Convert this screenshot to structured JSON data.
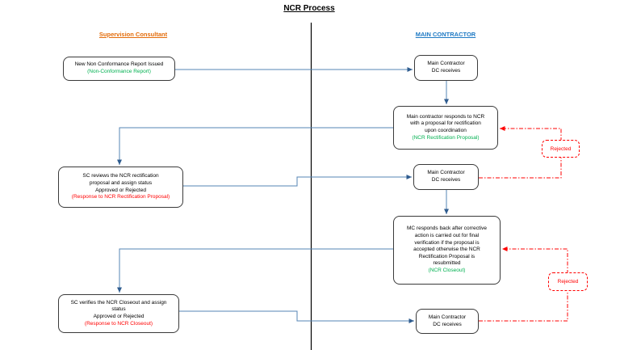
{
  "title": "NCR Process",
  "lanes": {
    "left": {
      "label": "Supervision Consultant",
      "color": "#E36C0A"
    },
    "right": {
      "label": "MAIN CONTRACTOR",
      "color": "#1F7AC4"
    }
  },
  "colors": {
    "flow_line": "#5585B5",
    "flow_arrow": "#2F5C8F",
    "reject": "#FF0000",
    "divider": "#000000"
  },
  "boxes": {
    "new_ncr": {
      "main": [
        "New Non Conformance Report Issued"
      ],
      "note": "(Non-Conformance Report)",
      "note_color": "#00B050"
    },
    "mc_dc_receives_1": {
      "main": [
        "Main Contractor",
        "DC receives"
      ]
    },
    "mc_responds_proposal": {
      "main": [
        "Main contractor responds to NCR",
        "with a proposal for rectification",
        "upon coordination"
      ],
      "note": "(NCR Rectification Proposal)",
      "note_color": "#00B050"
    },
    "sc_reviews": {
      "main": [
        "SC reviews the NCR rectification",
        "proposal and assign status",
        "Approved or Rejected"
      ],
      "note": "(Response to NCR Rectification Proposal)",
      "note_color": "#FF0000"
    },
    "mc_dc_receives_2": {
      "main": [
        "Main Contractor",
        "DC receives"
      ]
    },
    "mc_responds_closeout": {
      "main": [
        "MC responds back after corrective",
        "action is carried out for final",
        "verification if the proposal is",
        "accepted otherwise the NCR",
        "Rectification Proposal is",
        "resubmitted"
      ],
      "note": "(NCR Closeout)",
      "note_color": "#00B050"
    },
    "sc_verifies": {
      "main": [
        "SC verifies the NCR Closeout and assign",
        "status",
        "Approved or Rejected"
      ],
      "note": "(Response to NCR Closeout)",
      "note_color": "#FF0000"
    },
    "mc_dc_receives_3": {
      "main": [
        "Main Contractor",
        "DC receives"
      ]
    }
  },
  "rejected_1": "Rejected",
  "rejected_2": "Rejected"
}
